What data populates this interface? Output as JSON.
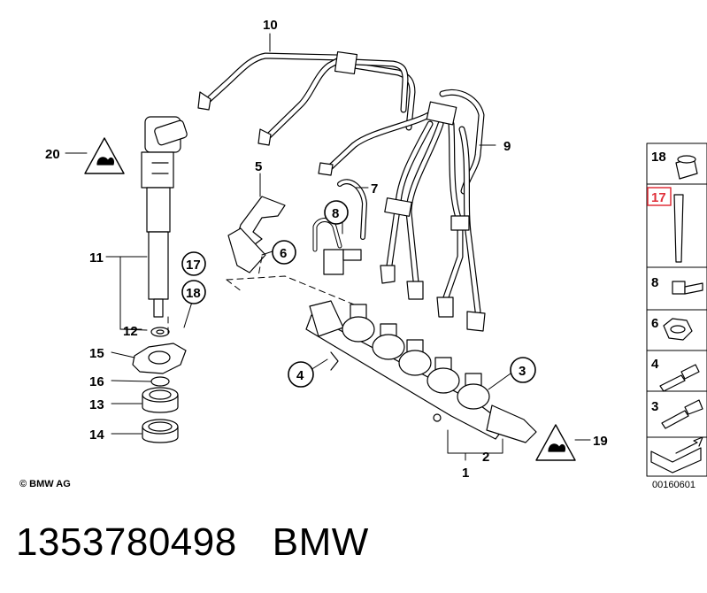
{
  "diagram": {
    "callouts": {
      "c10": "10",
      "c9": "9",
      "c20": "20",
      "c5": "5",
      "c7": "7",
      "c8": "8",
      "c6": "6",
      "c17": "17",
      "c18": "18",
      "c11": "11",
      "c12": "12",
      "c15": "15",
      "c16": "16",
      "c13": "13",
      "c14": "14",
      "c4": "4",
      "c3": "3",
      "c19": "19",
      "c2": "2",
      "c1": "1"
    },
    "side_panel": {
      "items": [
        "18",
        "17",
        "8",
        "6",
        "4",
        "3"
      ],
      "highlighted": "17",
      "highlight_color": "#e0303a"
    },
    "copyright": "© BMW AG",
    "reference": "00160601"
  },
  "footer": {
    "part_number": "1353780498",
    "brand": "BMW"
  }
}
